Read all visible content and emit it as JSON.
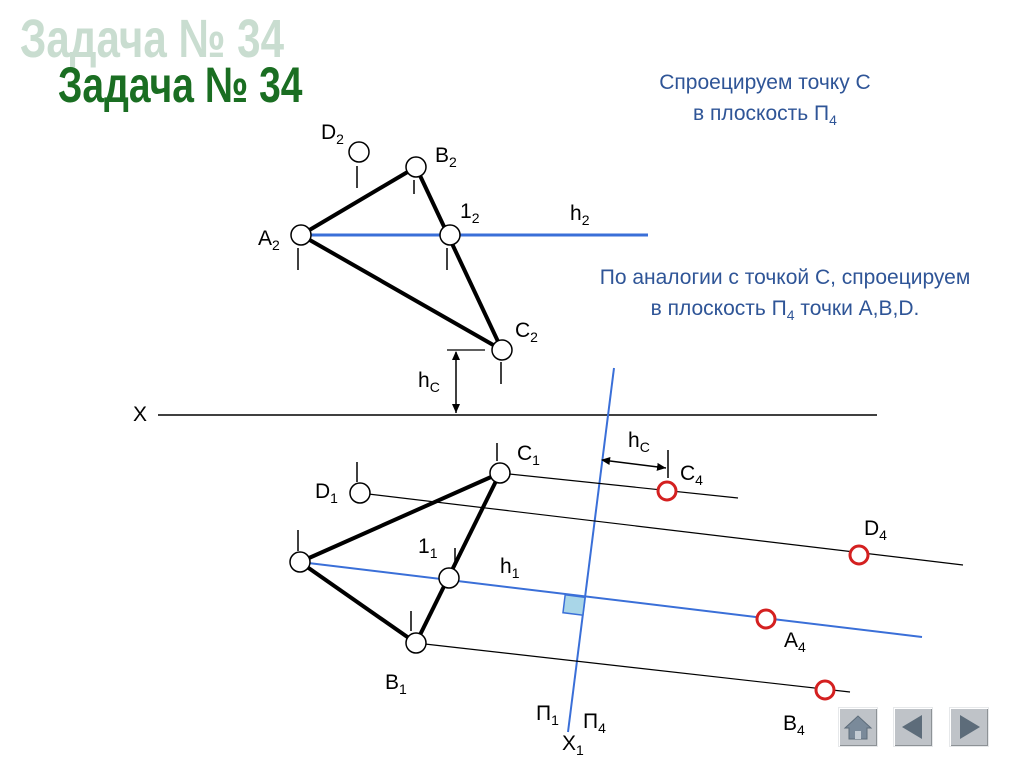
{
  "title": "Задача № 34",
  "notes": {
    "line1": "Спроецируем точку С",
    "line2_prefix": "в плоскость П",
    "line2_sub": "4",
    "line3": "По аналогии с точкой С, спроецируем",
    "line4_prefix": "в плоскость П",
    "line4_sub": "4",
    "line4_suffix": " точки A,B,D."
  },
  "labels": {
    "D2": {
      "main": "D",
      "sub": "2"
    },
    "B2": {
      "main": "B",
      "sub": "2"
    },
    "A2": {
      "main": "A",
      "sub": "2"
    },
    "one2": {
      "main": "1",
      "sub": "2"
    },
    "h2": {
      "main": "h",
      "sub": "2"
    },
    "C2": {
      "main": "C",
      "sub": "2"
    },
    "hC_top": {
      "main": "h",
      "sub": "C"
    },
    "X": {
      "main": "X",
      "sub": ""
    },
    "hC_bottom": {
      "main": "h",
      "sub": "C"
    },
    "C1": {
      "main": "C",
      "sub": "1"
    },
    "C4": {
      "main": "C",
      "sub": "4"
    },
    "D1": {
      "main": "D",
      "sub": "1"
    },
    "D4": {
      "main": "D",
      "sub": "4"
    },
    "one1": {
      "main": "1",
      "sub": "1"
    },
    "h1": {
      "main": "h",
      "sub": "1"
    },
    "A4": {
      "main": "A",
      "sub": "4"
    },
    "B1": {
      "main": "B",
      "sub": "1"
    },
    "P1": {
      "main": "П",
      "sub": "1"
    },
    "P4": {
      "main": "П",
      "sub": "4"
    },
    "X1": {
      "main": "X",
      "sub": "1"
    },
    "B4": {
      "main": "B",
      "sub": "4"
    }
  },
  "colors": {
    "title": "#1a6e22",
    "title_shadow": "#c9ddd0",
    "note_text": "#2f5597",
    "blue_line": "#3a6fd8",
    "red_point": "#d42020",
    "construction_line": "#000000"
  },
  "nav": {
    "home": "home-icon",
    "prev": "arrow-left-icon",
    "next": "arrow-right-icon"
  }
}
